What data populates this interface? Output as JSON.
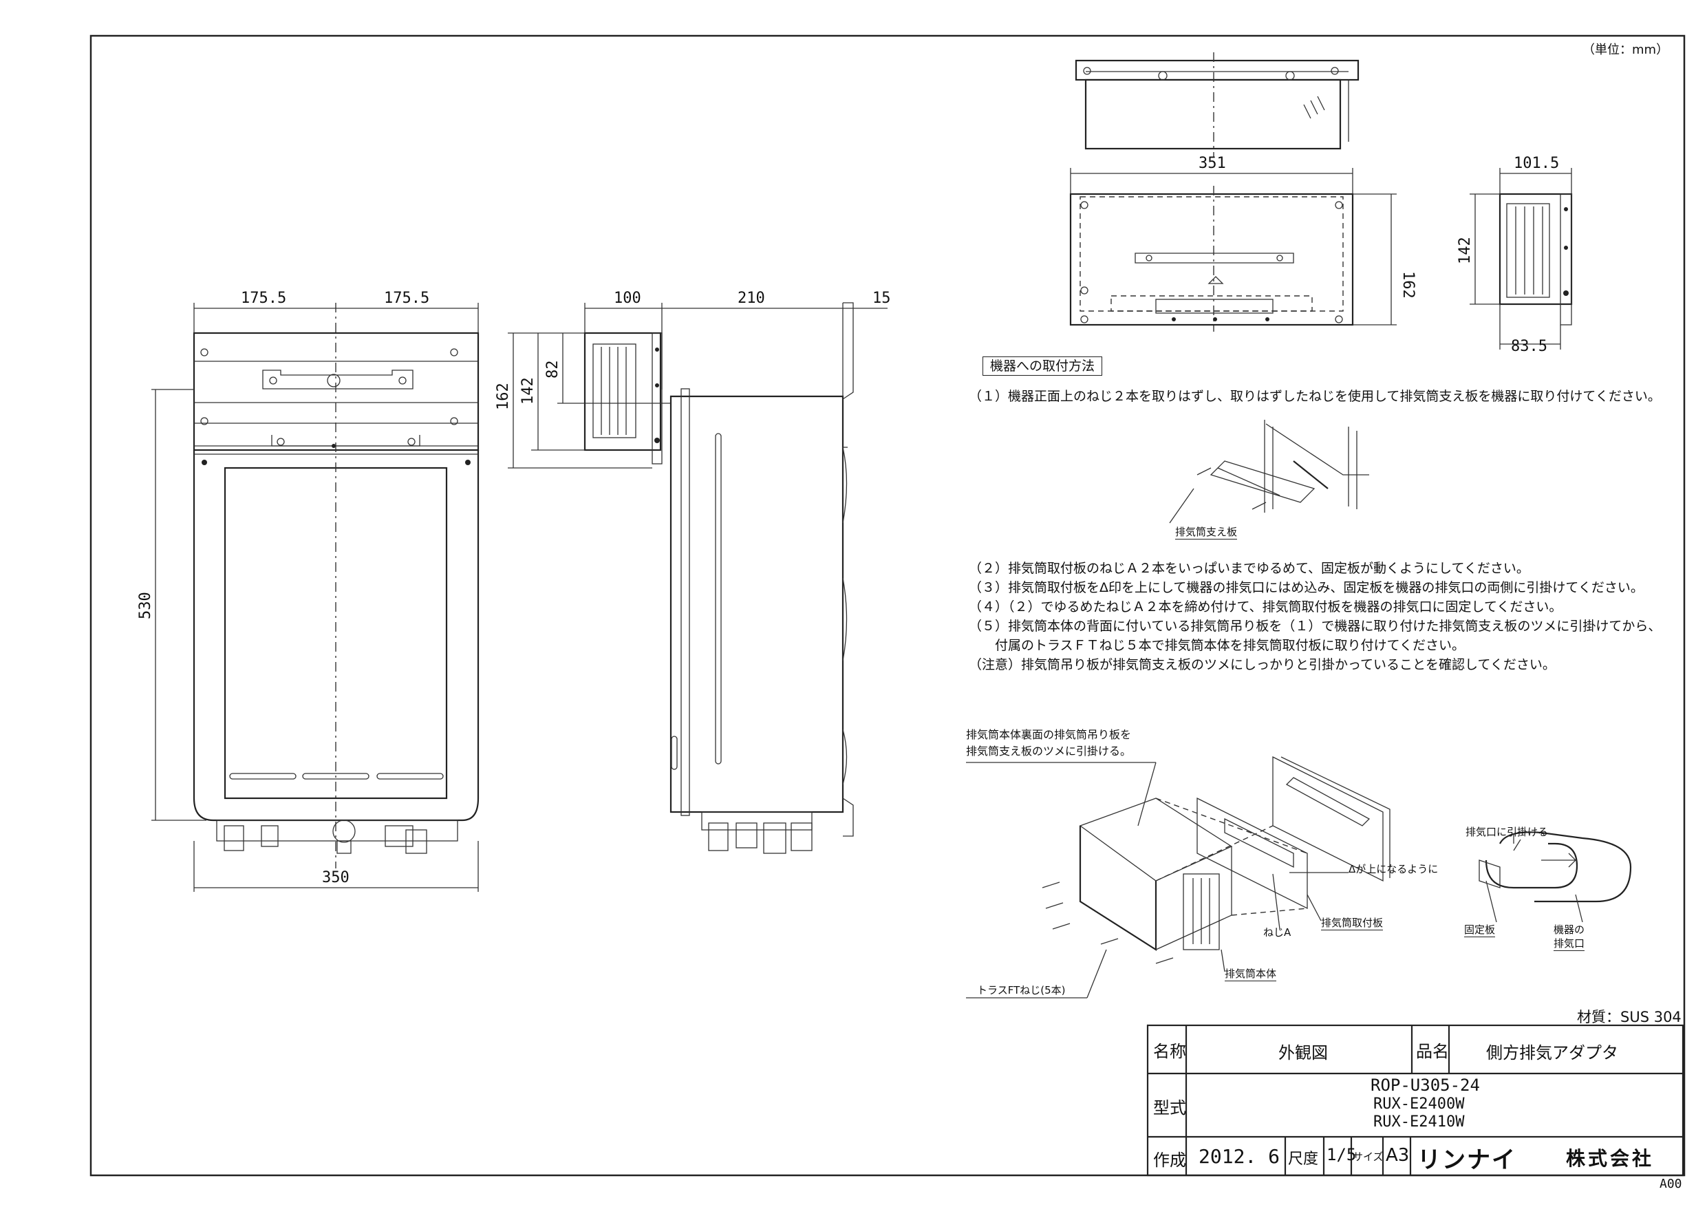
{
  "unit_note": "（単位：mm）",
  "sheet_code": "A00",
  "dimensions": {
    "front_w_left": "175.5",
    "front_w_right": "175.5",
    "front_height": "530",
    "front_width": "350",
    "side_depth_1": "100",
    "side_depth_2": "210",
    "side_depth_3": "15",
    "side_h_162": "162",
    "side_h_142": "142",
    "side_h_82": "82",
    "adapter_w": "351",
    "adapter_h": "162",
    "adapter_side_w": "101.5",
    "adapter_side_h": "142",
    "adapter_side_b": "83.5"
  },
  "instructions": {
    "title": "機器への取付方法",
    "step1": "（１）機器正面上のねじ２本を取りはずし、取りはずしたねじを使用して排気筒支え板を機器に取り付けてください。",
    "step2": "（２）排気筒取付板のねじＡ２本をいっぱいまでゆるめて、固定板が動くようにしてください。",
    "step3": "（３）排気筒取付板をΔ印を上にして機器の排気口にはめ込み、固定板を機器の排気口の両側に引掛けてください。",
    "step4": "（４）（２）でゆるめたねじＡ２本を締め付けて、排気筒取付板を機器の排気口に固定してください。",
    "step5a": "（５）排気筒本体の背面に付いている排気筒吊り板を（１）で機器に取り付けた排気筒支え板のツメに引掛けてから、",
    "step5b": "　　付属のトラスＦＴねじ５本で排気筒本体を排気筒取付板に取り付けてください。",
    "note": "（注意）排気筒吊り板が排気筒支え板のツメにしっかりと引掛かっていることを確認してください。"
  },
  "labels": {
    "support_plate": "排気筒支え板",
    "hook_line1": "排気筒本体裏面の排気筒吊り板を",
    "hook_line2": "排気筒支え板のツメに引掛ける。",
    "delta_up": "Δが上になるように",
    "mount_plate": "排気筒取付板",
    "screw_a": "ねじA",
    "body": "排気筒本体",
    "truss_screw": "トラスFTねじ(5本)",
    "hook_outlet": "排気口に引掛ける",
    "fix_plate": "固定板",
    "outlet_line1": "機器の",
    "outlet_line2": "排気口"
  },
  "material": "材質：SUS 304",
  "title_block": {
    "name_label": "名称",
    "name_value": "外観図",
    "product_label": "品名",
    "product_value": "側方排気アダプタ",
    "model_label": "型式",
    "model_main": "ROP-U305-24",
    "model_sub1": "RUX-E2400W",
    "model_sub2": "RUX-E2410W",
    "created_label": "作成",
    "created_value": "2012. 6",
    "scale_label": "尺度",
    "scale_value": "1/5",
    "size_label": "サイズ",
    "size_value": "A3",
    "company_logo": "リンナイ",
    "company_suffix": "株式会社"
  }
}
